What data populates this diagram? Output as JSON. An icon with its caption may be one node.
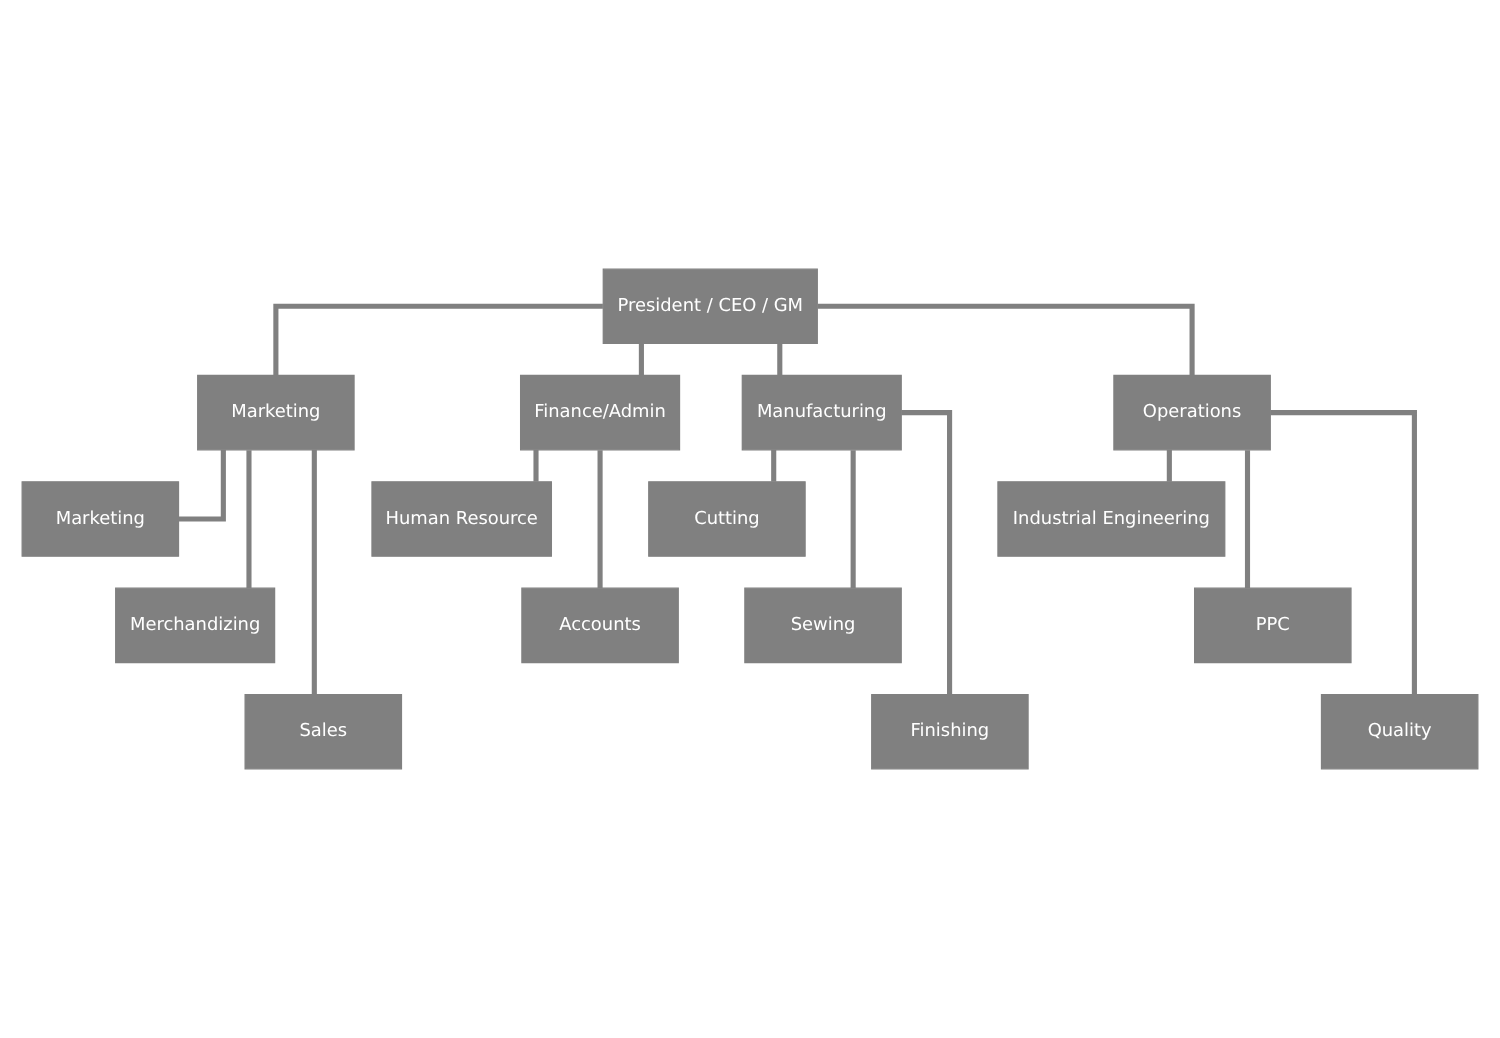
{
  "diagram": {
    "nodes": [
      {
        "text": [
          "President / CEO / GM"
        ]
      },
      {
        "text": [
          "Marketing"
        ]
      },
      {
        "text": [
          "Finance/Admin"
        ]
      },
      {
        "text": [
          "Manufacturing"
        ]
      },
      {
        "text": [
          "Operations"
        ]
      },
      {
        "text": [
          "Marketing"
        ]
      },
      {
        "text": [
          "Merchandizing"
        ]
      },
      {
        "text": [
          "Sales"
        ]
      },
      {
        "text": [
          "Human Resource"
        ]
      },
      {
        "text": [
          "Accounts"
        ]
      },
      {
        "text": [
          "Cutting"
        ]
      },
      {
        "text": [
          "Sewing"
        ]
      },
      {
        "text": [
          "Finishing"
        ]
      },
      {
        "text": [
          "Industrial Engineering"
        ]
      },
      {
        "text": [
          "PPC"
        ]
      },
      {
        "text": [
          "Quality"
        ]
      }
    ],
    "edges": [
      {
        "from": 0,
        "to": 1,
        "arrow": "none"
      },
      {
        "from": 0,
        "to": 2,
        "arrow": "none"
      },
      {
        "from": 0,
        "to": 3,
        "arrow": "none"
      },
      {
        "from": 0,
        "to": 4,
        "arrow": "none"
      },
      {
        "from": 1,
        "to": 5,
        "arrow": "none"
      },
      {
        "from": 1,
        "to": 6,
        "arrow": "none"
      },
      {
        "from": 1,
        "to": 7,
        "arrow": "none"
      },
      {
        "from": 2,
        "to": 8,
        "arrow": "none"
      },
      {
        "from": 2,
        "to": 9,
        "arrow": "none"
      },
      {
        "from": 3,
        "to": 10,
        "arrow": "none"
      },
      {
        "from": 3,
        "to": 11,
        "arrow": "none"
      },
      {
        "from": 3,
        "to": 12,
        "arrow": "none"
      },
      {
        "from": 4,
        "to": 13,
        "arrow": "none"
      },
      {
        "from": 4,
        "to": 14,
        "arrow": "none"
      },
      {
        "from": 4,
        "to": 15,
        "arrow": "none"
      }
    ]
  }
}
